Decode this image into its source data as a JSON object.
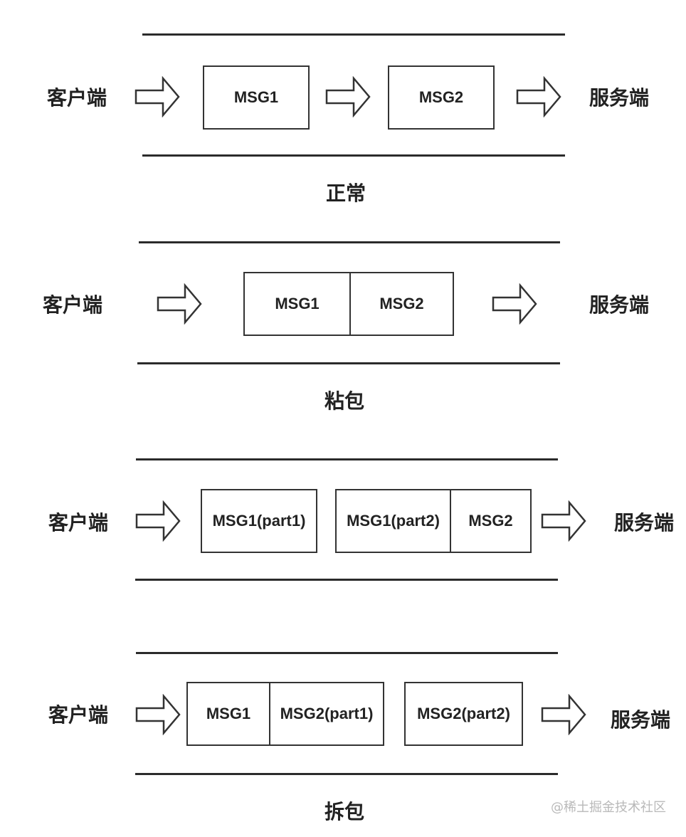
{
  "labels": {
    "client": "客户端",
    "server": "服务端"
  },
  "sections": [
    {
      "caption": "正常",
      "groups": [
        [
          "MSG1"
        ],
        [
          "MSG2"
        ]
      ]
    },
    {
      "caption": "粘包",
      "groups": [
        [
          "MSG1",
          "MSG2"
        ]
      ]
    },
    {
      "caption": "",
      "groups": [
        [
          "MSG1(part1)"
        ],
        [
          "MSG1(part2)",
          "MSG2"
        ]
      ]
    },
    {
      "caption": "拆包",
      "groups": [
        [
          "MSG1",
          "MSG2(part1)"
        ],
        [
          "MSG2(part2)"
        ]
      ]
    }
  ],
  "watermark": "@稀土掘金技术社区"
}
